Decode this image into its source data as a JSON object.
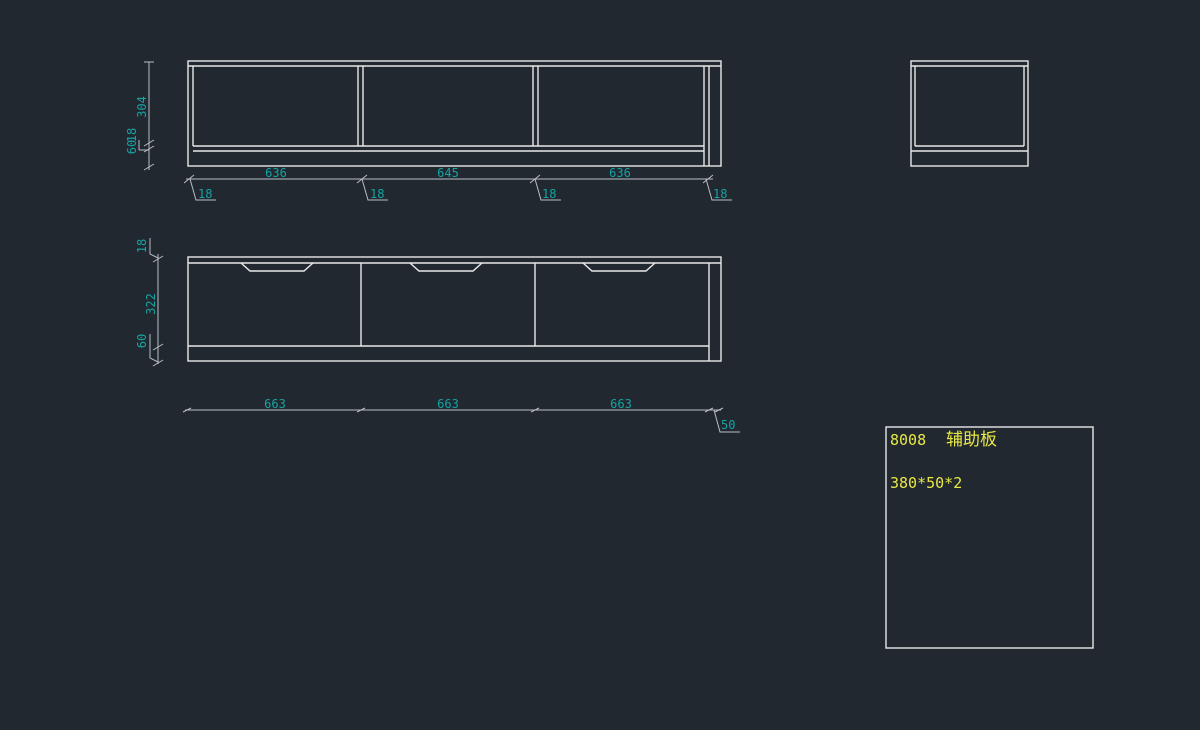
{
  "colors": {
    "background": "#212830",
    "geometry": "#e8e8e8",
    "dimension_text": "#16a3a3",
    "note_text": "#e8e845"
  },
  "top_view": {
    "height_dims": [
      "304",
      "60",
      "18"
    ],
    "width_dims": [
      "636",
      "645",
      "636"
    ],
    "thickness_dims": [
      "18",
      "18",
      "18",
      "18"
    ]
  },
  "front_view": {
    "height_dims": [
      "18",
      "322",
      "60"
    ],
    "width_dims": [
      "663",
      "663",
      "663"
    ],
    "end_dim": "50"
  },
  "note": {
    "code": "8008",
    "name": "辅助板",
    "spec": "380*50*2"
  }
}
